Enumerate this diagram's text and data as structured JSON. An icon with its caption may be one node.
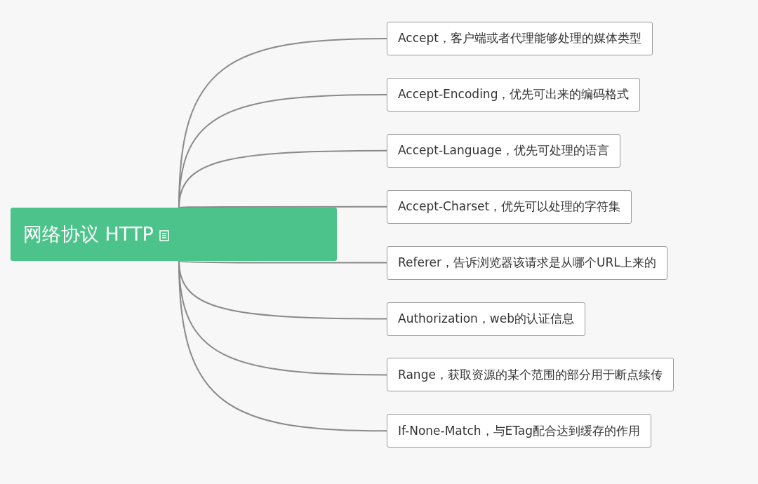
{
  "diagram": {
    "nodes": [
      {
        "text": [
          "网络协议 HTTP"
        ]
      },
      {
        "text": [
          "Accept，客户端或者代理能够处理的媒体类型"
        ]
      },
      {
        "text": [
          "Accept-Encoding，优先可出来的编码格式"
        ]
      },
      {
        "text": [
          "Accept-Language，优先可处理的语言"
        ]
      },
      {
        "text": [
          "Accept-Charset，优先可以处理的字符集"
        ]
      },
      {
        "text": [
          "Referer，告诉浏览器该请求是从哪个URL上来的"
        ]
      },
      {
        "text": [
          "Authorization，web的认证信息"
        ]
      },
      {
        "text": [
          "Range，获取资源的某个范围的部分用于断点续传"
        ]
      },
      {
        "text": [
          "If-None-Match，与ETag配合达到缓存的作用"
        ]
      }
    ],
    "edges": [
      {
        "from": 0,
        "to": 1,
        "arrow": "none"
      },
      {
        "from": 0,
        "to": 2,
        "arrow": "none"
      },
      {
        "from": 0,
        "to": 3,
        "arrow": "none"
      },
      {
        "from": 0,
        "to": 4,
        "arrow": "none"
      },
      {
        "from": 0,
        "to": 5,
        "arrow": "none"
      },
      {
        "from": 0,
        "to": 6,
        "arrow": "none"
      },
      {
        "from": 0,
        "to": 7,
        "arrow": "none"
      },
      {
        "from": 0,
        "to": 8,
        "arrow": "none"
      }
    ]
  }
}
